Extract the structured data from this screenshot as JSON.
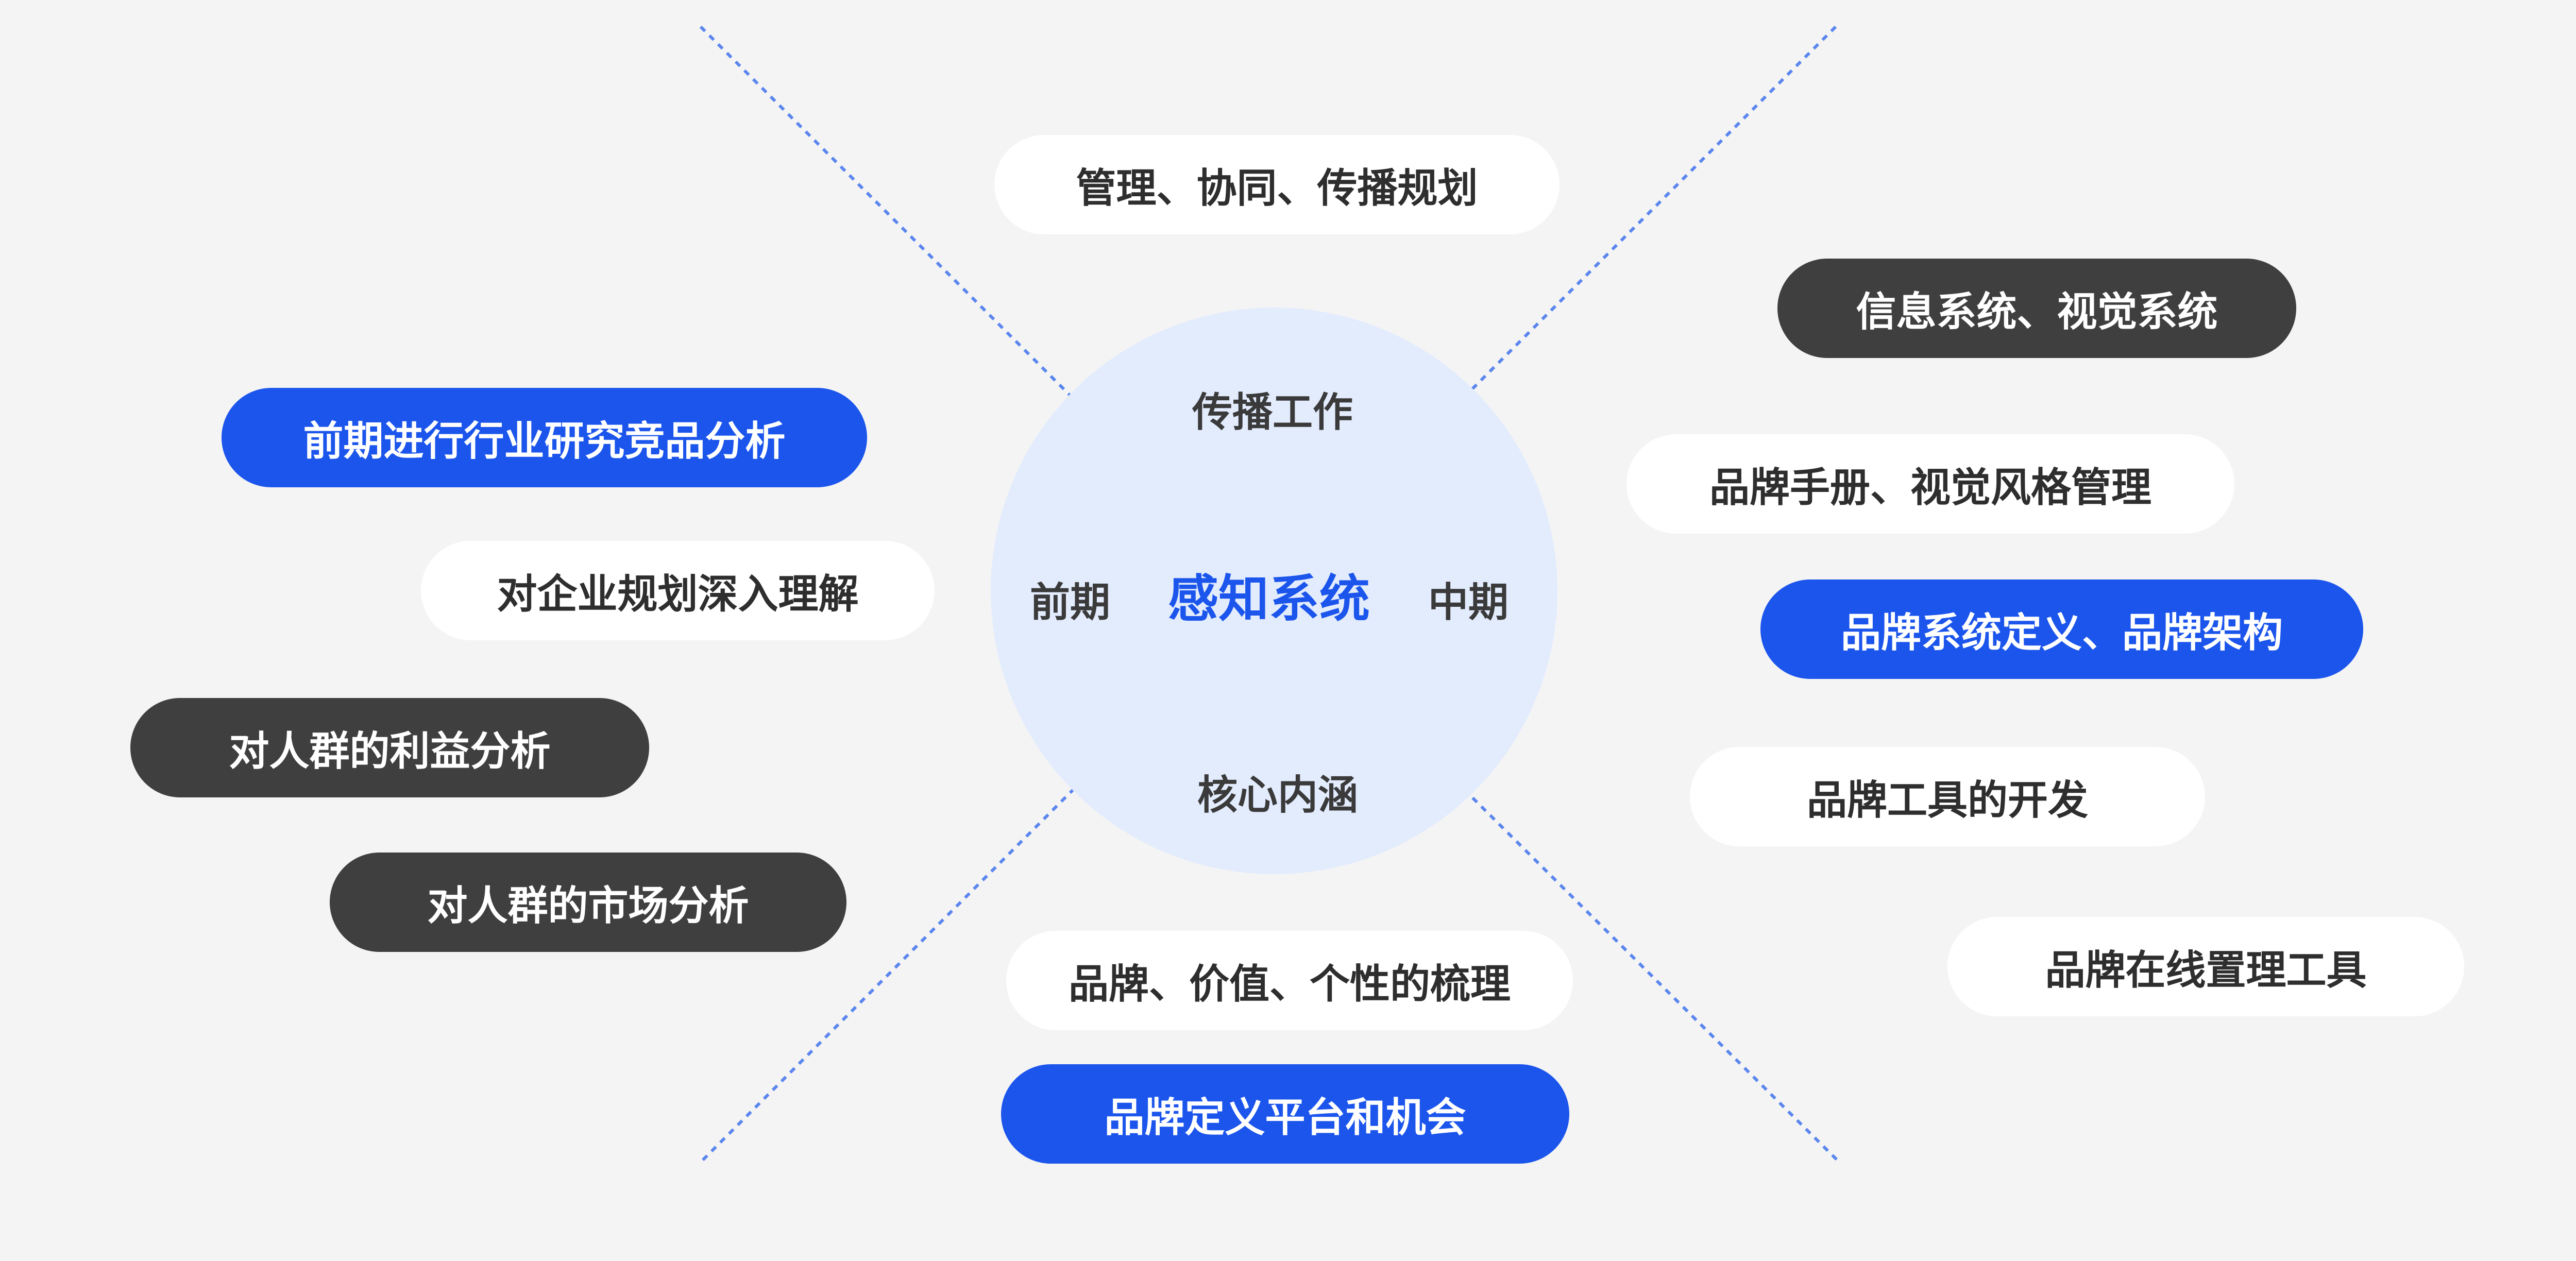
{
  "center": {
    "title": "感知系统",
    "top": "传播工作",
    "left": "前期",
    "right": "中期",
    "bottom": "核心内涵"
  },
  "top_items": [
    {
      "text": "管理、协同、传播规划",
      "style": "white"
    }
  ],
  "left_items": [
    {
      "text": "前期进行行业研究竞品分析",
      "style": "blue"
    },
    {
      "text": "对企业规划深入理解",
      "style": "white"
    },
    {
      "text": "对人群的利益分析",
      "style": "dark"
    },
    {
      "text": "对人群的市场分析",
      "style": "dark"
    }
  ],
  "right_items": [
    {
      "text": "信息系统、视觉系统",
      "style": "dark"
    },
    {
      "text": "品牌手册、视觉风格管理",
      "style": "white"
    },
    {
      "text": "品牌系统定义、品牌架构",
      "style": "blue"
    },
    {
      "text": "品牌工具的开发",
      "style": "white"
    },
    {
      "text": "品牌在线置理工具",
      "style": "white"
    }
  ],
  "bottom_items": [
    {
      "text": "品牌、价值、个性的梳理",
      "style": "white"
    },
    {
      "text": "品牌定义平台和机会",
      "style": "blue"
    }
  ],
  "colors": {
    "background": "#f4f4f4",
    "accent_blue": "#1b55ec",
    "dark_pill": "#3f3f3f",
    "circle_fill": "#e3ecfd",
    "divider_line": "#5b86ee"
  }
}
